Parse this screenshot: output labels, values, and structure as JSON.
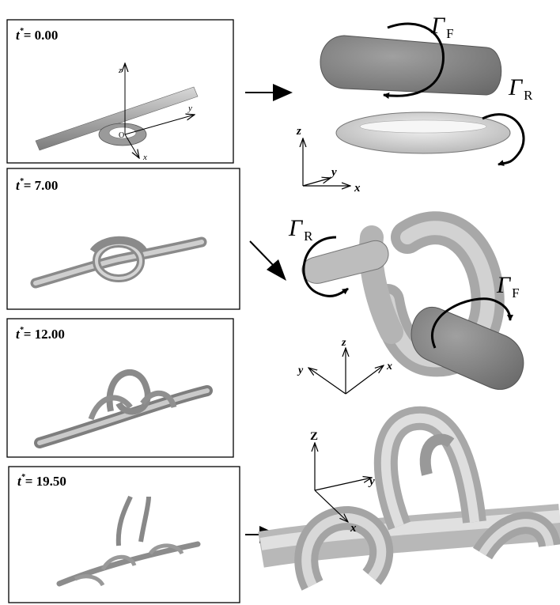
{
  "panels": [
    {
      "t_symbol": "t",
      "t_sup": "*",
      "t_value": "= 0.00"
    },
    {
      "t_symbol": "t",
      "t_sup": "*",
      "t_value": "= 7.00"
    },
    {
      "t_symbol": "t",
      "t_sup": "*",
      "t_value": "= 12.00"
    },
    {
      "t_symbol": "t",
      "t_sup": "*",
      "t_value": "= 19.50"
    }
  ],
  "axis_labels": {
    "z": "z",
    "y": "y",
    "x": "x",
    "origin": "O",
    "z_upright": "Z"
  },
  "circulation": {
    "symbol": "Γ",
    "front_sub": "F",
    "rear_sub": "R"
  }
}
